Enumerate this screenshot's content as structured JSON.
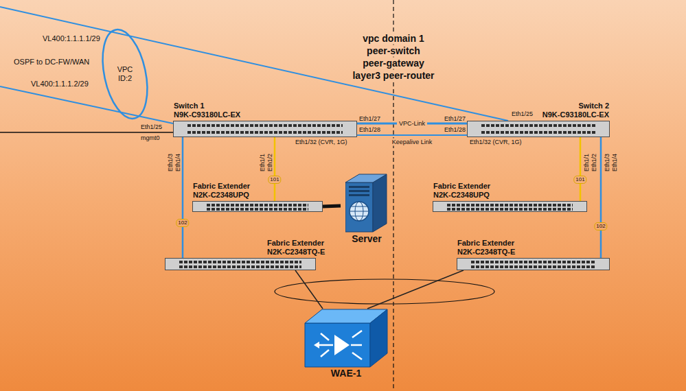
{
  "diagram": {
    "nodes": [
      {
        "text": [
          "Switch 1",
          "N9K-C93180LC-EX"
        ]
      },
      {
        "text": [
          "Switch 2",
          "N9K-C93180LC-EX"
        ]
      },
      {
        "text": [
          "Fabric Extender",
          "N2K-C2348UPQ"
        ]
      },
      {
        "text": [
          "Fabric Extender",
          "N2K-C2348UPQ"
        ]
      },
      {
        "text": [
          "Server"
        ]
      },
      {
        "text": [
          "Fabric Extender",
          "N2K-C2348TQ-E"
        ]
      },
      {
        "text": [
          "Fabric Extender",
          "N2K-C2348TQ-E"
        ]
      },
      {
        "text": [
          "WAE-1"
        ]
      }
    ],
    "edges": [
      {
        "from": 0,
        "to": 1,
        "arrow": "none",
        "label": "VPC-Link"
      },
      {
        "from": 0,
        "to": 1,
        "arrow": "none",
        "label": "Keepalive Link"
      },
      {
        "from": 0,
        "to": 2,
        "arrow": "none"
      },
      {
        "from": 0,
        "to": 5,
        "arrow": "none"
      },
      {
        "from": 1,
        "to": 3,
        "arrow": "none"
      },
      {
        "from": 1,
        "to": 6,
        "arrow": "none"
      },
      {
        "from": 4,
        "to": 2,
        "arrow": "none"
      },
      {
        "from": 7,
        "to": 5,
        "arrow": "none"
      },
      {
        "from": 7,
        "to": 6,
        "arrow": "none"
      }
    ],
    "labels": [
      "vpc domain 1",
      "peer-switch",
      "peer-gateway",
      "layer3 peer-router",
      "VL400:1.1.1.1/29",
      "OSPF to DC-FW/WAN",
      "VL400:1.1.1.2/29",
      "VPC ID:2",
      "Eth1/25",
      "mgmt0",
      "Eth1/25",
      "Eth1/27",
      "Eth1/28",
      "Eth1/27",
      "Eth1/28",
      "Eth1/32 (CVR, 1G)",
      "Eth1/32 (CVR, 1G)",
      "Eth1/3",
      "Eth1/4",
      "Eth1/1",
      "Eth1/2",
      "Eth1/1",
      "Eth1/2",
      "Eth1/3",
      "Eth1/4",
      "101",
      "102",
      "101",
      "102"
    ]
  }
}
